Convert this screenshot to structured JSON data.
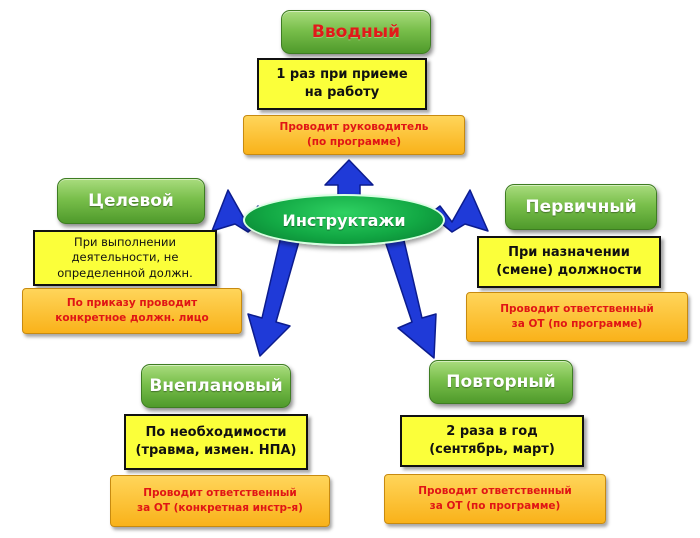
{
  "center": {
    "label": "Инструктажи"
  },
  "colors": {
    "arrow_fill": "#1f3ad8",
    "arrow_stroke": "#0c1c8e",
    "heading_green": "#79bf4b",
    "info_yellow": "#fbff3a",
    "note_orange": "#f9b21a",
    "note_text_red": "#e01515"
  },
  "vvodny": {
    "title": "Вводный",
    "info": [
      "1 раз при приеме",
      "на работу"
    ],
    "note": [
      "Проводит руководитель",
      "(по программе)"
    ]
  },
  "pervichny": {
    "title": "Первичный",
    "info": [
      "При назначении",
      "(смене) должности"
    ],
    "note": [
      "Проводит ответственный",
      "за ОТ  (по программе)"
    ]
  },
  "tselevoy": {
    "title": "Целевой",
    "info": [
      "При выполнении",
      "деятельности, не",
      "определенной должн."
    ],
    "note": [
      "По приказу проводит",
      "конкретное должн. лицо"
    ]
  },
  "vneplanovy": {
    "title": "Внеплановый",
    "info": [
      "По необходимости",
      "(травма, измен. НПА)"
    ],
    "note": [
      "Проводит ответственный",
      "за ОТ  (конкретная инстр-я)"
    ]
  },
  "povtorny": {
    "title": "Повторный",
    "info": [
      "2 раза в год",
      "(сентябрь, март)"
    ],
    "note": [
      "Проводит ответственный",
      "за ОТ  (по программе)"
    ]
  }
}
